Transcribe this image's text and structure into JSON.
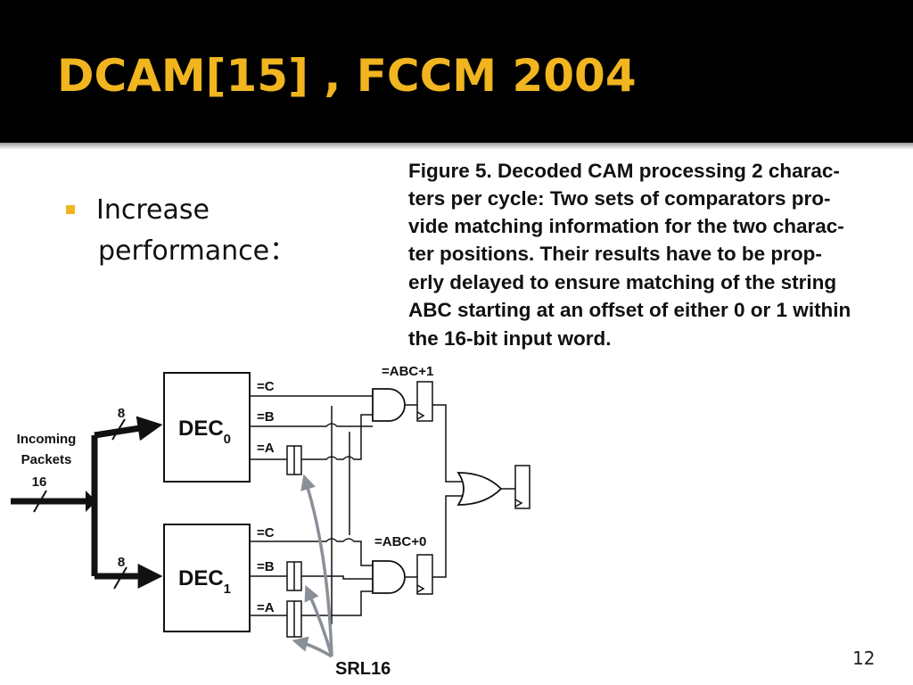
{
  "slide": {
    "title": "DCAM[15] , FCCM 2004",
    "bullet": {
      "line1": "Increase",
      "line2": "performance："
    },
    "caption_lines": [
      "Figure 5. Decoded CAM processing 2 charac-",
      "ters per cycle:  Two sets of comparators pro-",
      "vide matching information for the two charac-",
      "ter positions.  Their results have to be prop-",
      "erly delayed to ensure matching of the string",
      "ABC starting at an offset of either 0 or 1 within",
      "the 16-bit input word."
    ],
    "page_number": "12"
  },
  "diagram": {
    "input_label_line1": "Incoming",
    "input_label_line2": "Packets",
    "input_width": "16",
    "branch_width_top": "8",
    "branch_width_bottom": "8",
    "dec0_name": "DEC",
    "dec0_sub": "0",
    "dec1_name": "DEC",
    "dec1_sub": "1",
    "dec0_outputs": [
      "=C",
      "=B",
      "=A"
    ],
    "dec1_outputs": [
      "=C",
      "=B",
      "=A"
    ],
    "and_top_label": "=ABC+1",
    "and_bottom_label": "=ABC+0",
    "srl_label": "SRL16"
  },
  "colors": {
    "title_bg": "#000000",
    "title_text": "#f0b51f",
    "bullet_marker": "#f0b51f",
    "arrow_gray": "#8a9098"
  }
}
